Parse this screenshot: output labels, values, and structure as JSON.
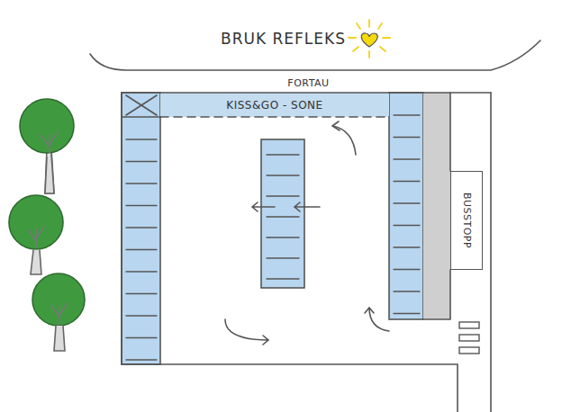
{
  "diagram": {
    "nodes": [
      {
        "text": [
          "FORTAU"
        ]
      },
      {
        "text": [
          "KISS&GO - SONE"
        ]
      },
      {
        "text": [
          "BUSSTOPP"
        ]
      }
    ],
    "labels": [
      "BRUK REFLEKS"
    ]
  }
}
